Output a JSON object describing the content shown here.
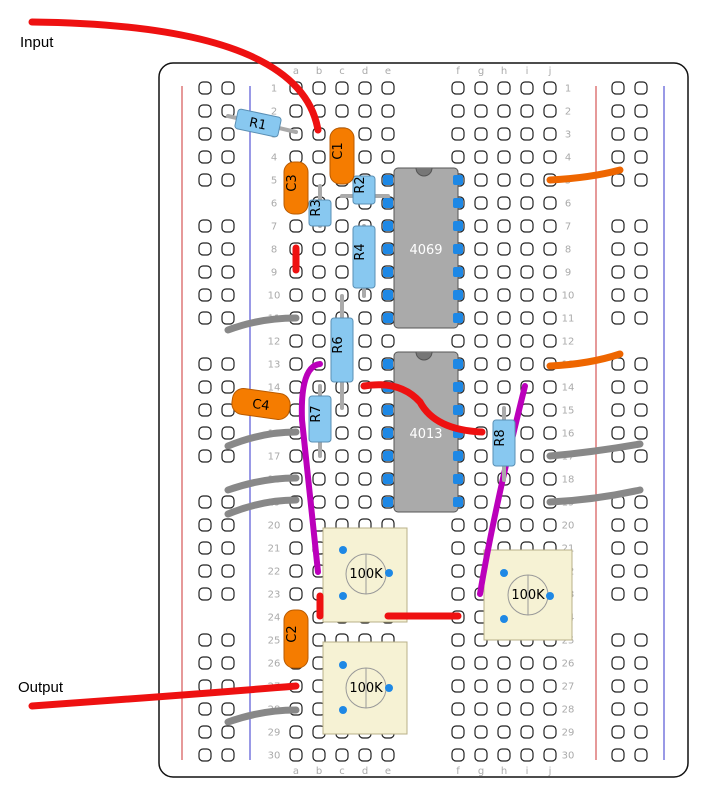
{
  "labels": {
    "input": "Input",
    "output": "Output"
  },
  "columns": [
    "a",
    "b",
    "c",
    "d",
    "e",
    "f",
    "g",
    "h",
    "i",
    "j"
  ],
  "rows": [
    "1",
    "2",
    "3",
    "4",
    "5",
    "6",
    "7",
    "8",
    "9",
    "10",
    "11",
    "12",
    "13",
    "14",
    "15",
    "16",
    "17",
    "18",
    "19",
    "20",
    "21",
    "22",
    "23",
    "24",
    "25",
    "26",
    "27",
    "28",
    "29",
    "30"
  ],
  "components": {
    "resistors": [
      "R1",
      "R2",
      "R3",
      "R4",
      "R6",
      "R7",
      "R8"
    ],
    "capacitors": [
      "C1",
      "C2",
      "C3",
      "C4"
    ],
    "ics": [
      "4069",
      "4013"
    ],
    "potentiometers": [
      "100K",
      "100K",
      "100K"
    ]
  },
  "colors": {
    "wire_red": "#ee1111",
    "wire_orange": "#ee6600",
    "wire_gray": "#888888",
    "wire_purple": "#bb00bb",
    "resistor": "#88c8f0",
    "capacitor": "#f57c00",
    "ic_body": "#aaaaaa",
    "pot_body": "#f6f2d4",
    "pin": "#1e88e5",
    "rail_red": "#cc3333",
    "rail_blue": "#3333cc"
  }
}
